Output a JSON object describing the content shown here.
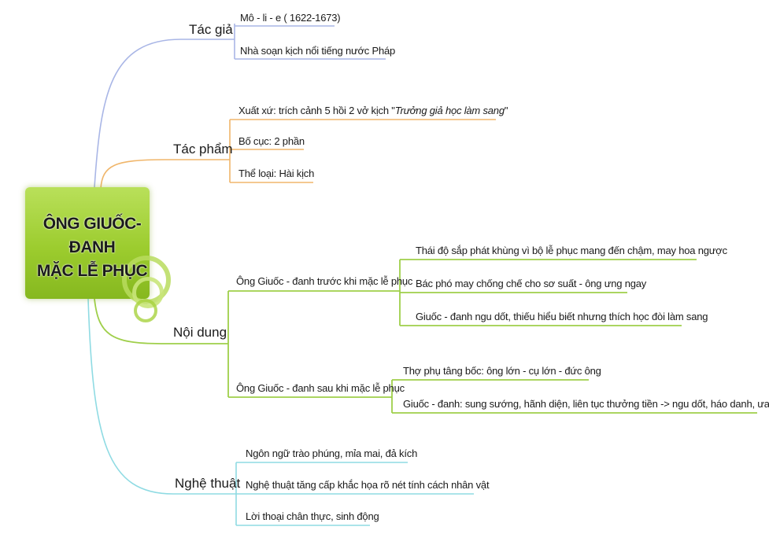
{
  "center": {
    "line1": "ÔNG GIUỐC- ĐANH",
    "line2": "MẶC LỄ PHỤC"
  },
  "branches": {
    "tac_gia": {
      "label": "Tác giả",
      "items": [
        "Mô - li - e ( 1622-1673)",
        "Nhà soạn kịch nổi tiếng nước Pháp"
      ]
    },
    "tac_pham": {
      "label": "Tác phẩm",
      "item1_prefix": "Xuất xứ: trích cảnh 5 hồi 2 vở kịch \"",
      "item1_italic": "Trưởng giả học làm sang",
      "item1_suffix": "\"",
      "item2": "Bố cục: 2 phần",
      "item3": "Thể loại: Hài kịch"
    },
    "noi_dung": {
      "label": "Nội dung",
      "sub1": {
        "label": "Ông Giuốc - đanh trước khi mặc lễ phục",
        "items": [
          "Thái độ sắp phát khùng vì bộ lễ phục mang đến chậm, may hoa ngược",
          "Bác phó may chống chế cho sơ suất - ông ưng ngay",
          "Giuốc - đanh ngu dốt, thiếu hiểu biết nhưng thích học đòi làm sang"
        ]
      },
      "sub2": {
        "label": "Ông Giuốc - đanh sau khi mặc lễ phục",
        "items": [
          "Thợ phụ tâng bốc: ông lớn - cụ lớn - đức ông",
          "Giuốc - đanh: sung sướng, hãnh diện, liên tục thưởng tiền -> ngu dốt, háo danh, ưa nịnh"
        ]
      }
    },
    "nghe_thuat": {
      "label": "Nghệ thuật",
      "items": [
        "Ngôn ngữ trào phúng, mỉa mai, đả kích",
        "Nghệ thuật tăng cấp khắc họa rõ nét tính cách nhân vật",
        "Lời thoại chân thực, sinh động"
      ]
    }
  },
  "colors": {
    "tac_gia": "#a9b6e6",
    "tac_pham": "#f0b66b",
    "noi_dung": "#9fcf4a",
    "nghe_thuat": "#8fdbe3",
    "center_fill": "#a6d33a"
  }
}
